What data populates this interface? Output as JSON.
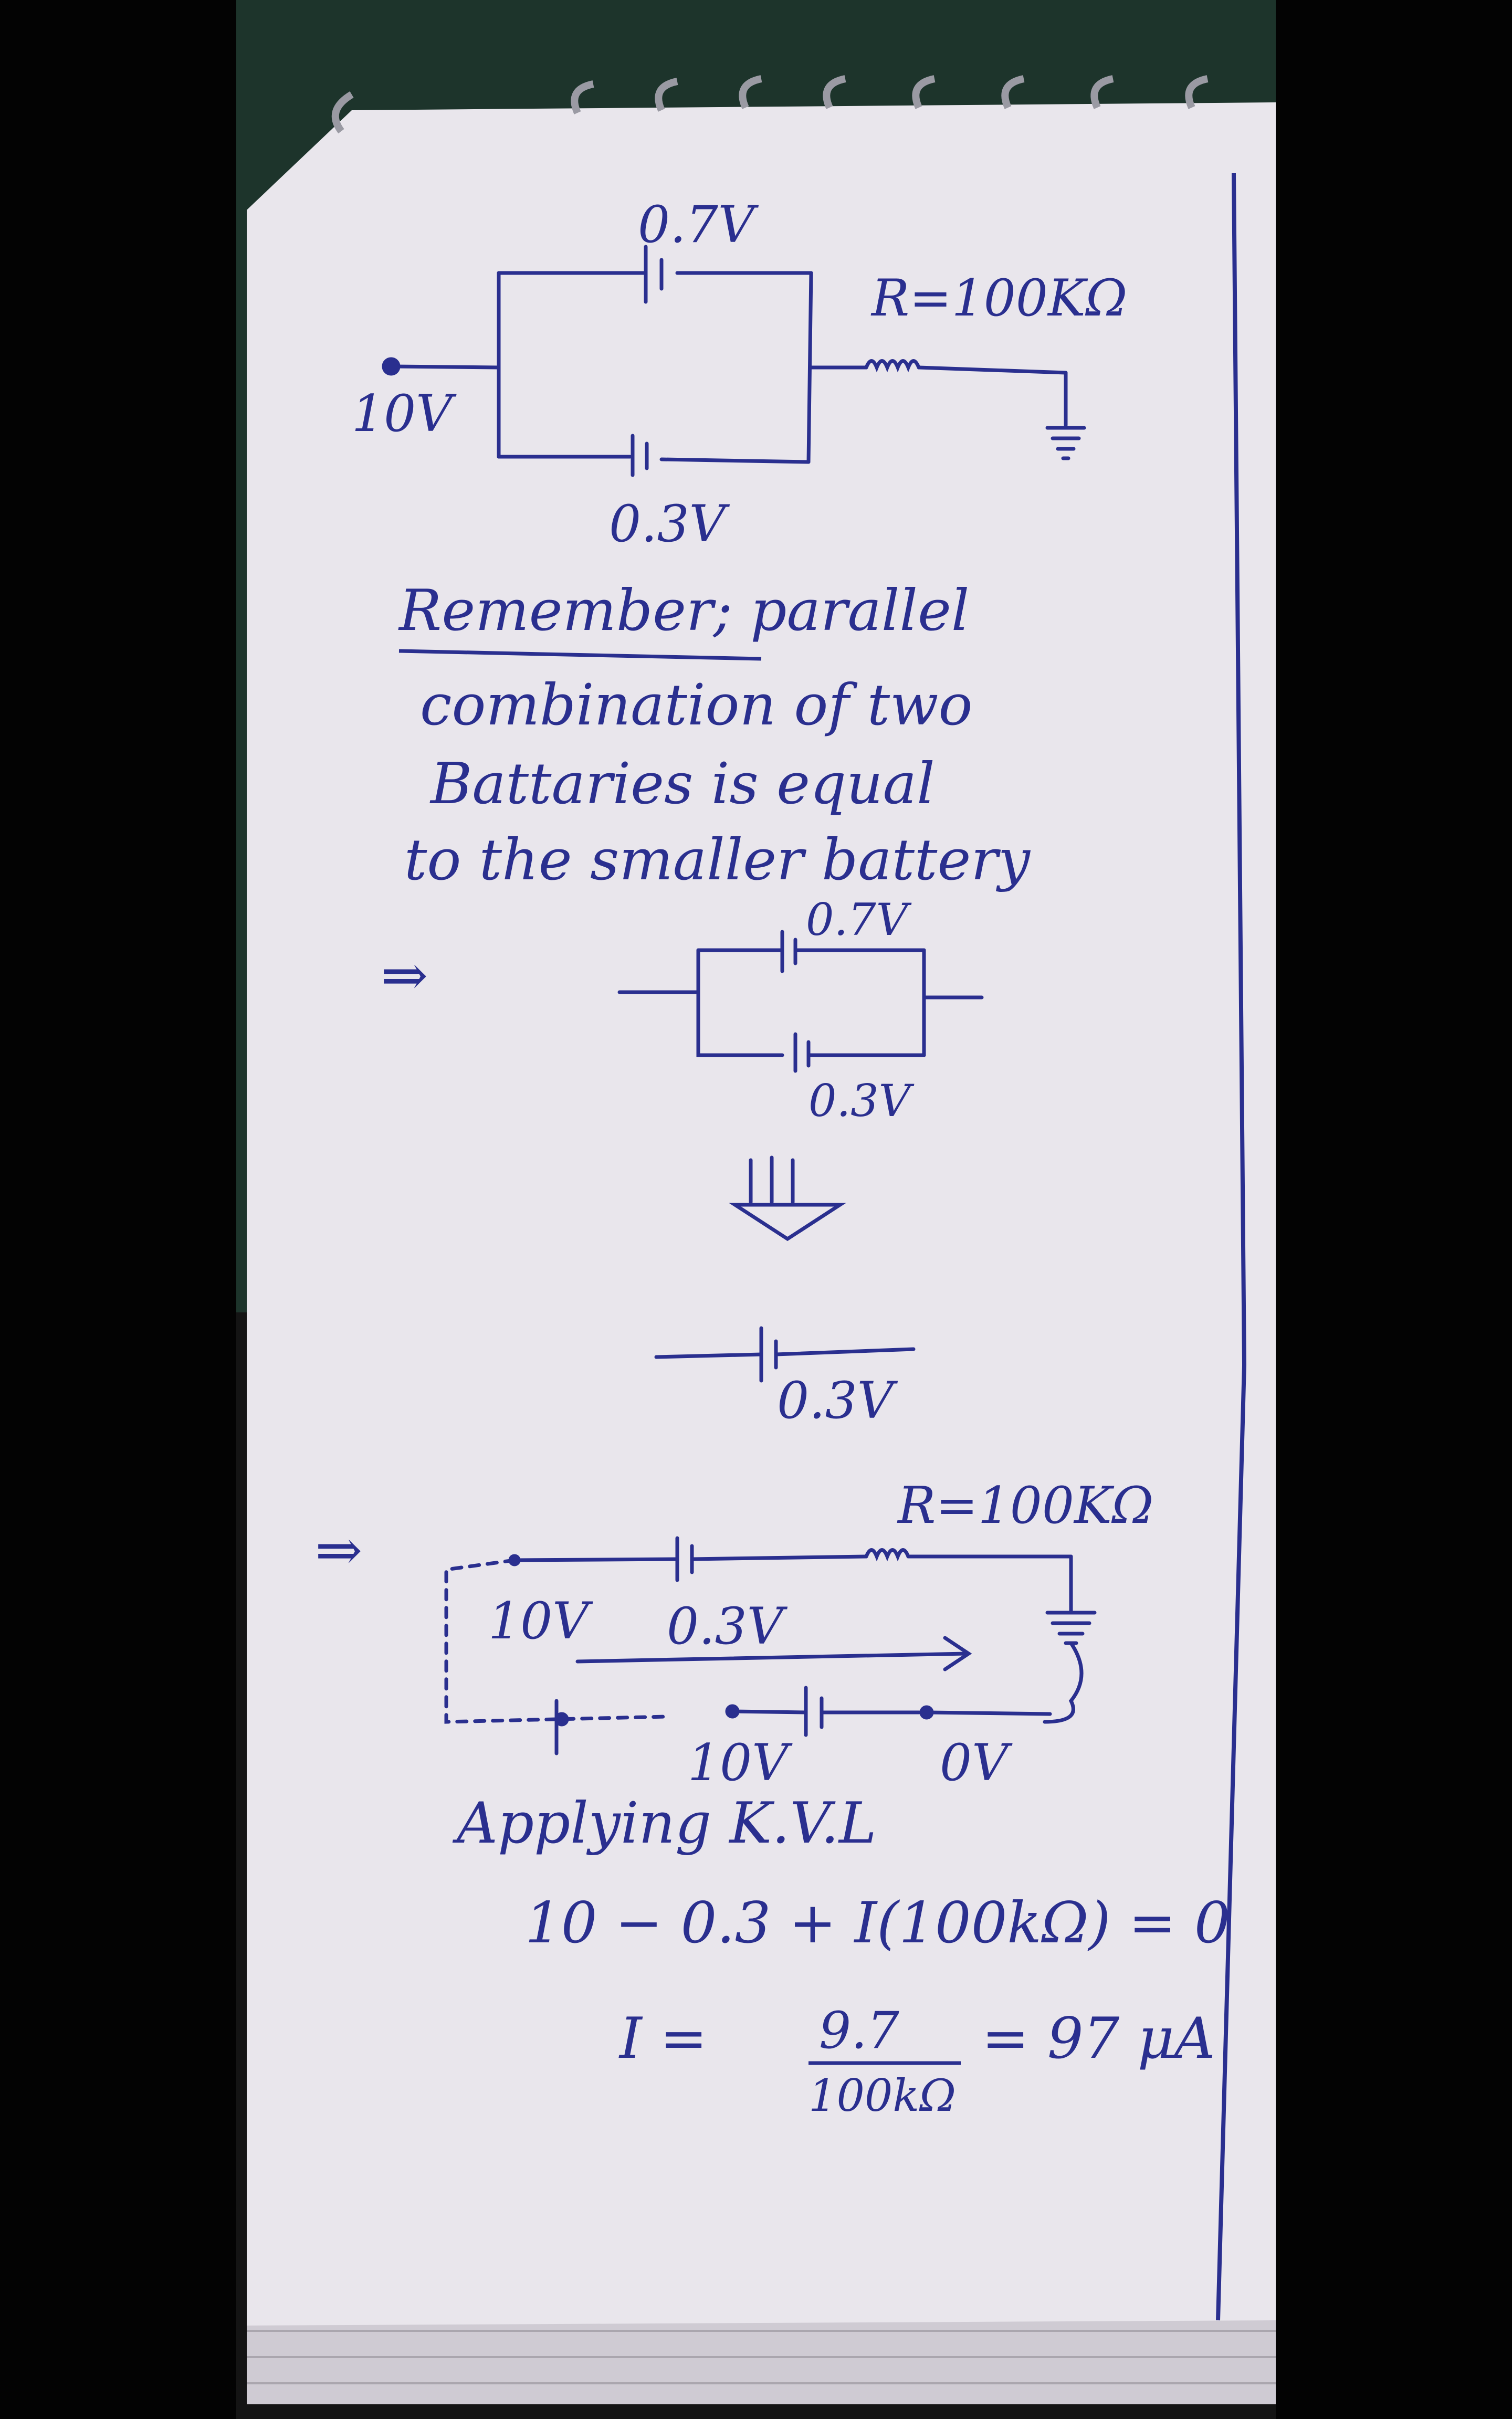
{
  "circuit1": {
    "top_battery_label": "0.7V",
    "resistor_label": "R=100KΩ",
    "input_label": "10V",
    "bottom_battery_label": "0.3V"
  },
  "note": {
    "line1_underlined": "Remember",
    "line1_rest": "; parallel",
    "line2": "combination of two",
    "line3": "Battaries is equal",
    "line4": "to the smaller battery"
  },
  "parallel_diagram": {
    "implies": "⇒",
    "top_label": "0.7V",
    "bottom_label": "0.3V"
  },
  "equivalent": {
    "equivalent_symbol": "≡",
    "label": "0.3V"
  },
  "circuit2": {
    "implies": "⇒",
    "resistor_label": "R=100KΩ",
    "left_label": "10V",
    "battery_label": "0.3V",
    "bottom_left_label": "10V",
    "bottom_right_label": "0V"
  },
  "solution": {
    "heading": "Applying K.V.L",
    "equation": "10 − 0.3 + I(100kΩ) = 0",
    "result_lhs": "I =",
    "numerator": "9.7",
    "denominator": "100kΩ",
    "result_rhs": "= 97 μA"
  },
  "colors": {
    "ink": "#2a2f8f",
    "paper": "#e9e6ec",
    "background": "#050505",
    "cloth": "#1f3a2e"
  }
}
